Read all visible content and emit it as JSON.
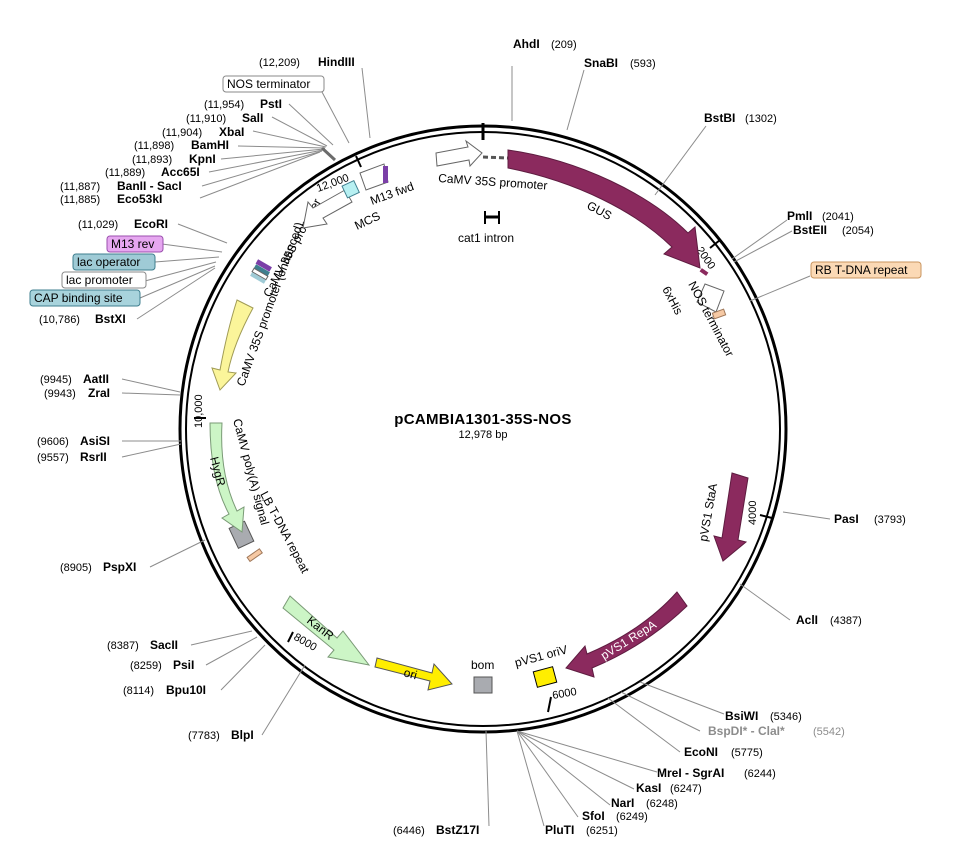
{
  "plasmid": {
    "name": "pCAMBIA1301-35S-NOS",
    "length_label": "12,978 bp",
    "length_bp": 12978
  },
  "tick_labels": [
    "12,000",
    "2000",
    "4000",
    "6000",
    "8000",
    "10,000"
  ],
  "enzymes": [
    {
      "id": "ahdi",
      "name": "AhdI",
      "pos": "(209)"
    },
    {
      "id": "snabi",
      "name": "SnaBI",
      "pos": "(593)"
    },
    {
      "id": "bstbi",
      "name": "BstBI",
      "pos": "(1302)"
    },
    {
      "id": "pmli",
      "name": "PmlI",
      "pos": "(2041)"
    },
    {
      "id": "bsteii",
      "name": "BstEII",
      "pos": "(2054)"
    },
    {
      "id": "pasi",
      "name": "PasI",
      "pos": "(3793)"
    },
    {
      "id": "acli",
      "name": "AclI",
      "pos": "(4387)"
    },
    {
      "id": "bsiwi",
      "name": "BsiWI",
      "pos": "(5346)"
    },
    {
      "id": "bspdi-clai",
      "name": "BspDI* - ClaI*",
      "pos": "(5542)"
    },
    {
      "id": "econi",
      "name": "EcoNI",
      "pos": "(5775)"
    },
    {
      "id": "mrei-sgrai",
      "name": "MreI - SgrAI",
      "pos": "(6244)"
    },
    {
      "id": "kasi",
      "name": "KasI",
      "pos": "(6247)"
    },
    {
      "id": "nari",
      "name": "NarI",
      "pos": "(6248)"
    },
    {
      "id": "sfoi",
      "name": "SfoI",
      "pos": "(6249)"
    },
    {
      "id": "pluti",
      "name": "PluTI",
      "pos": "(6251)"
    },
    {
      "id": "bstz17i",
      "name": "BstZ17I",
      "pos": "(6446)"
    },
    {
      "id": "blpi",
      "name": "BlpI",
      "pos": "(7783)"
    },
    {
      "id": "bpu10i",
      "name": "Bpu10I",
      "pos": "(8114)"
    },
    {
      "id": "psii",
      "name": "PsiI",
      "pos": "(8259)"
    },
    {
      "id": "sacii",
      "name": "SacII",
      "pos": "(8387)"
    },
    {
      "id": "pspxi",
      "name": "PspXI",
      "pos": "(8905)"
    },
    {
      "id": "rsrii",
      "name": "RsrII",
      "pos": "(9557)"
    },
    {
      "id": "asisi",
      "name": "AsiSI",
      "pos": "(9606)"
    },
    {
      "id": "zrai",
      "name": "ZraI",
      "pos": "(9943)"
    },
    {
      "id": "aatii",
      "name": "AatII",
      "pos": "(9945)"
    },
    {
      "id": "bstxi",
      "name": "BstXI",
      "pos": "(10,786)"
    },
    {
      "id": "ecori",
      "name": "EcoRI",
      "pos": "(11,029)"
    },
    {
      "id": "eco53ki",
      "name": "Eco53kI",
      "pos": "(11,885)"
    },
    {
      "id": "banii-saci",
      "name": "BanII - SacI",
      "pos": "(11,887)"
    },
    {
      "id": "acc65i",
      "name": "Acc65I",
      "pos": "(11,889)"
    },
    {
      "id": "kpni",
      "name": "KpnI",
      "pos": "(11,893)"
    },
    {
      "id": "bamhi",
      "name": "BamHI",
      "pos": "(11,898)"
    },
    {
      "id": "xbai",
      "name": "XbaI",
      "pos": "(11,904)"
    },
    {
      "id": "sali",
      "name": "SalI",
      "pos": "(11,910)"
    },
    {
      "id": "psti",
      "name": "PstI",
      "pos": "(11,954)"
    },
    {
      "id": "hindiii",
      "name": "HindIII",
      "pos": "(12,209)"
    }
  ],
  "boxed_labels": [
    {
      "id": "nos-terminator-box",
      "text": "NOS terminator",
      "fill": "#ffffff",
      "stroke": "#888888"
    },
    {
      "id": "m13-rev-box",
      "text": "M13 rev",
      "fill": "#e6a7f0",
      "stroke": "#9b4fae"
    },
    {
      "id": "lac-operator-box",
      "text": "lac operator",
      "fill": "#9fcbd6",
      "stroke": "#3f7f8f"
    },
    {
      "id": "lac-promoter-box",
      "text": "lac promoter",
      "fill": "#ffffff",
      "stroke": "#888888"
    },
    {
      "id": "cap-binding-box",
      "text": "CAP binding site",
      "fill": "#a8d3dc",
      "stroke": "#3f7f8f"
    },
    {
      "id": "rb-tdna-box",
      "text": "RB T-DNA repeat",
      "fill": "#fbd9b5",
      "stroke": "#c9955f"
    }
  ],
  "features": {
    "camv35s_top": "CaMV 35S promoter",
    "gus": "GUS",
    "cat1_intron": "cat1 intron",
    "his6": "6xHis",
    "nos_terminator": "NOS terminator",
    "pvs1_staa": "pVS1 StaA",
    "pvs1_repa": "pVS1 RepA",
    "pvs1_oriv": "pVS1 oriV",
    "bom": "bom",
    "ori": "ori",
    "kanr": "KanR",
    "lb_tdna": "LB T-DNA repeat",
    "camv_polya": "CaMV poly(A) signal",
    "hygr": "HygR",
    "camv35s_enh": "CaMV 35S promoter (enhanced)",
    "camv35s_left": "CaMV 35S promoter",
    "mcs": "MCS",
    "m13_fwd": "M13 fwd"
  },
  "colors": {
    "gus": "#8b2a5e",
    "pvs1": "#8b2a5e",
    "hygr": "#ccf5c6",
    "kanr": "#ccf5c6",
    "camv_enh": "#fbf59a",
    "ori": "#ffee00",
    "grey_box": "#a9abb0",
    "mcs": "#b7f0f2",
    "m13": "#7b3fa8",
    "rb": "#f6c9a4"
  }
}
